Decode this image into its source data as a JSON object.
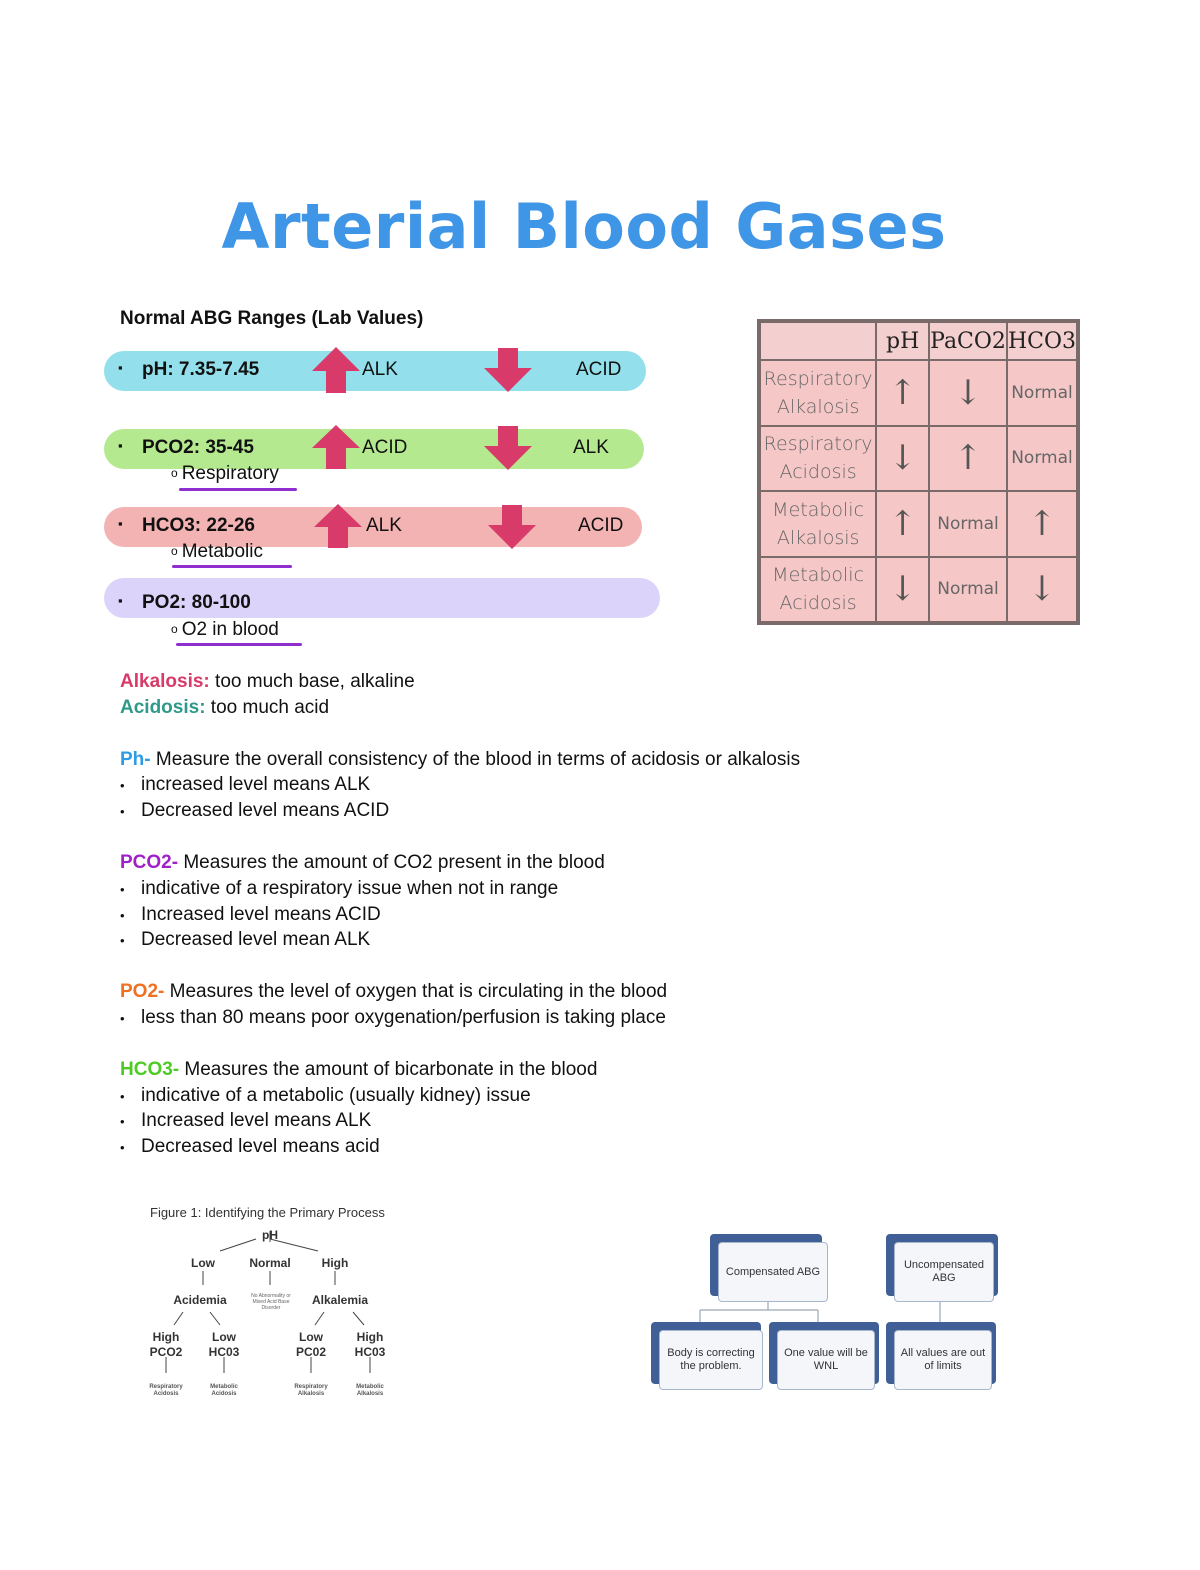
{
  "title": "Arterial Blood Gases",
  "section_heading": "Normal ABG Ranges (Lab Values)",
  "ranges": [
    {
      "label": "pH: 7.35-7.45",
      "up_label": "ALK",
      "down_label": "ACID",
      "color": "#93e0ec"
    },
    {
      "label": "PCO2: 35-45",
      "sub": "Respiratory",
      "up_label": "ACID",
      "down_label": "ALK",
      "color": "#b5e98f"
    },
    {
      "label": "HCO3: 22-26",
      "sub": "Metabolic",
      "up_label": "ALK",
      "down_label": "ACID",
      "color": "#f3b3b3"
    },
    {
      "label": "PO2: 80-100",
      "sub": "O2 in blood",
      "color": "#dcd3fa"
    }
  ],
  "arrow_color": "#d83a6a",
  "definitions": {
    "alkalosis_term": "Alkalosis:",
    "alkalosis_text": " too much base,  alkaline",
    "acidosis_term": "Acidosis:",
    "acidosis_text": " too much acid"
  },
  "explanations": [
    {
      "term": "Ph-",
      "color": "#2e9be6",
      "text": " Measure the overall consistency of the blood in terms of acidosis or alkalosis",
      "bullets": [
        "increased level means ALK",
        "Decreased level means ACID"
      ]
    },
    {
      "term": "PCO2-",
      "color": "#a020c8",
      "text": " Measures the amount of CO2 present in the blood",
      "bullets": [
        "indicative of a respiratory issue when not in range",
        "Increased level means ACID",
        "Decreased level mean ALK"
      ]
    },
    {
      "term": "PO2-",
      "color": "#f07020",
      "text": " Measures the level of oxygen that is circulating in the blood",
      "bullets": [
        "less than 80 means poor oxygenation/perfusion is taking place"
      ]
    },
    {
      "term": "HCO3-",
      "color": "#4ccb24",
      "text": " Measures the amount of bicarbonate in the blood",
      "bullets": [
        "indicative of a metabolic (usually kidney) issue",
        "Increased level means ALK",
        "Decreased level means acid"
      ]
    }
  ],
  "abg_table": {
    "headers": [
      "pH",
      "PaCO2",
      "HCO3"
    ],
    "rows": [
      {
        "name_line1": "Respiratory",
        "name_line2": "Alkalosis",
        "ph": "up",
        "paco2": "down",
        "hco3": "Normal"
      },
      {
        "name_line1": "Respiratory",
        "name_line2": "Acidosis",
        "ph": "down",
        "paco2": "up",
        "hco3": "Normal"
      },
      {
        "name_line1": "Metabolic",
        "name_line2": "Alkalosis",
        "ph": "up",
        "paco2": "Normal",
        "hco3": "up"
      },
      {
        "name_line1": "Metabolic",
        "name_line2": "Acidosis",
        "ph": "down",
        "paco2": "Normal",
        "hco3": "down"
      }
    ],
    "up_arrow": "↑",
    "down_arrow": "↓"
  },
  "figure1": {
    "title": "Figure 1: Identifying the Primary Process",
    "root": "pH",
    "level1": [
      "Low",
      "Normal",
      "High"
    ],
    "level2": [
      "Acidemia",
      "No Abnormality or Mixed Acid Base Disorder",
      "Alkalemia"
    ],
    "level3": [
      "High PCO2",
      "Low HC03",
      "Low PC02",
      "High HC03"
    ],
    "level4": [
      "Respiratory Acidosis",
      "Metabolic Acidosis",
      "Respiratory Alkalosis",
      "Metabolic Alkalosis"
    ]
  },
  "compensation": {
    "compensated": "Compensated ABG",
    "uncompensated": "Uncompensated ABG",
    "body": "Body is correcting the problem.",
    "one_value": "One value will be WNL",
    "all_values": "All values are out of limits"
  }
}
